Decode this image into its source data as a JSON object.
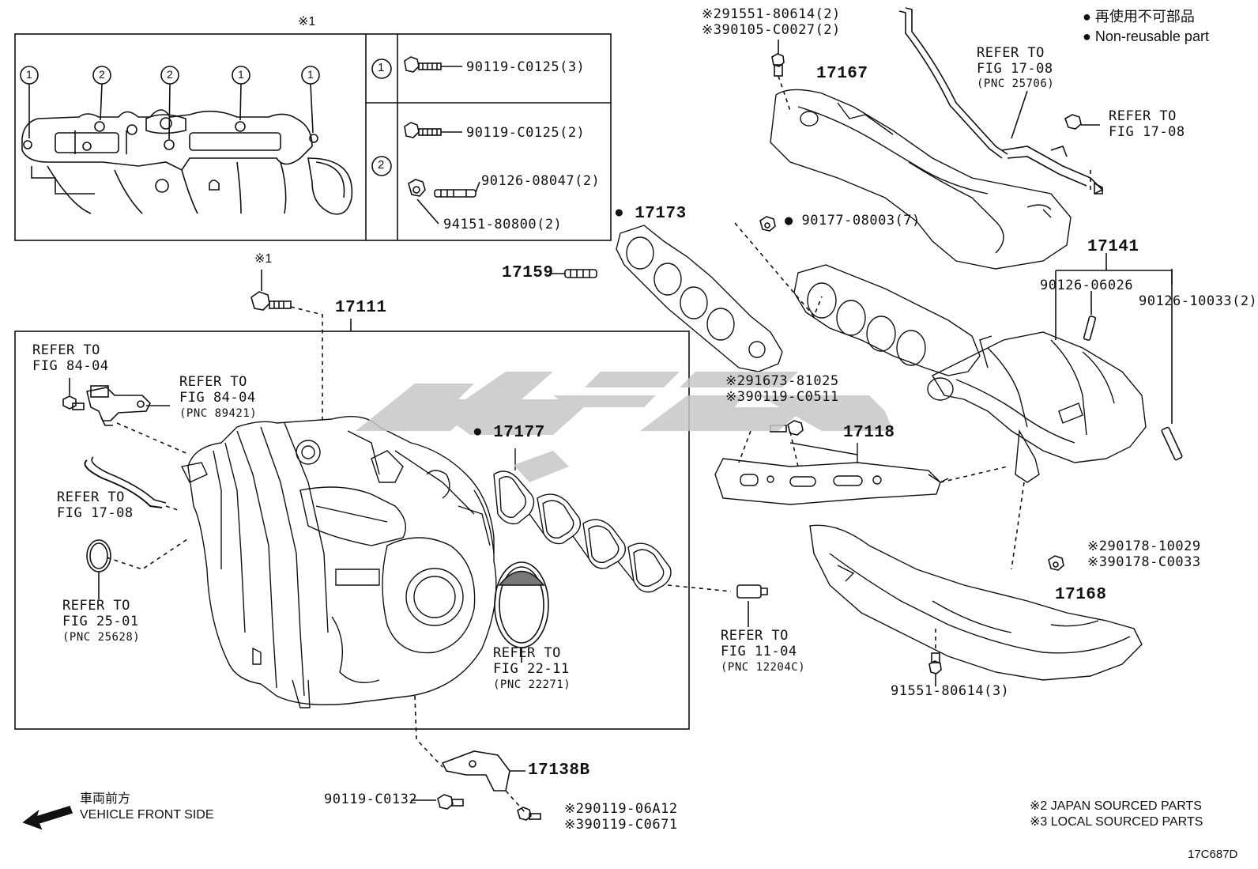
{
  "legend": {
    "non_reusable_jp": "● 再使用不可部品",
    "non_reusable_en": "● Non-reusable part",
    "japan_sourced": "※2 JAPAN SOURCED PARTS",
    "local_sourced": "※3 LOCAL SOURCED PARTS",
    "diagram_code": "17C687D",
    "front_jp": "車両前方",
    "front_en": "VEHICLE FRONT SIDE"
  },
  "inset": {
    "marker": "※1",
    "row1_circle": "1",
    "row1_bolt": "90119-C0125(3)",
    "row2_circle": "2",
    "row2_bolt": "90119-C0125(2)",
    "row2_stud": "90126-08047(2)",
    "row2_nut": "94151-80800(2)",
    "hole_labels": [
      "1",
      "2",
      "2",
      "1",
      "1"
    ]
  },
  "parts": {
    "p_17111": "17111",
    "marker_x1": "※1",
    "p_17173": "● 17173",
    "p_17159": "17159",
    "p_17177": "● 17177",
    "p_17167": "17167",
    "p_17141": "17141",
    "p_17118": "17118",
    "p_17168": "17168",
    "p_17138b": "17138B",
    "nut_90177": "● 90177-08003(7)",
    "hs_bolt_2": "※291551-80614(2)",
    "hs_bolt_3": "※390105-C0027(2)",
    "stay_bolt_2": "※291673-81025",
    "stay_bolt_3": "※390119-C0511",
    "stud_06026": "90126-06026",
    "stud_10033": "90126-10033(2)",
    "nut_10029": "※290178-10029",
    "nut_c0033": "※390178-C0033",
    "lower_hs_bolt": "91551-80614(3)",
    "br_bolt": "90119-C0132",
    "br_bolt_2": "※290119-06A12",
    "br_bolt_3": "※390119-C0671"
  },
  "refs": {
    "sensor_left_1": "REFER TO",
    "sensor_left_2": "FIG 84-04",
    "sensor_right_1": "REFER TO",
    "sensor_right_2": "FIG 84-04",
    "sensor_right_3": "(PNC 89421)",
    "hose_1": "REFER TO",
    "hose_2": "FIG 17-08",
    "oring_1": "REFER TO",
    "oring_2": "FIG 25-01",
    "oring_3": "(PNC 25628)",
    "throttle_1": "REFER TO",
    "throttle_2": "FIG 22-11",
    "throttle_3": "(PNC 22271)",
    "plug_1": "REFER TO",
    "plug_2": "FIG 11-04",
    "plug_3": "(PNC 12204C)",
    "sensor_top_1": "REFER TO",
    "sensor_top_2": "FIG 17-08",
    "sensor_top_3": "(PNC 25706)",
    "clamp_1": "REFER TO",
    "clamp_2": "FIG 17-08"
  }
}
